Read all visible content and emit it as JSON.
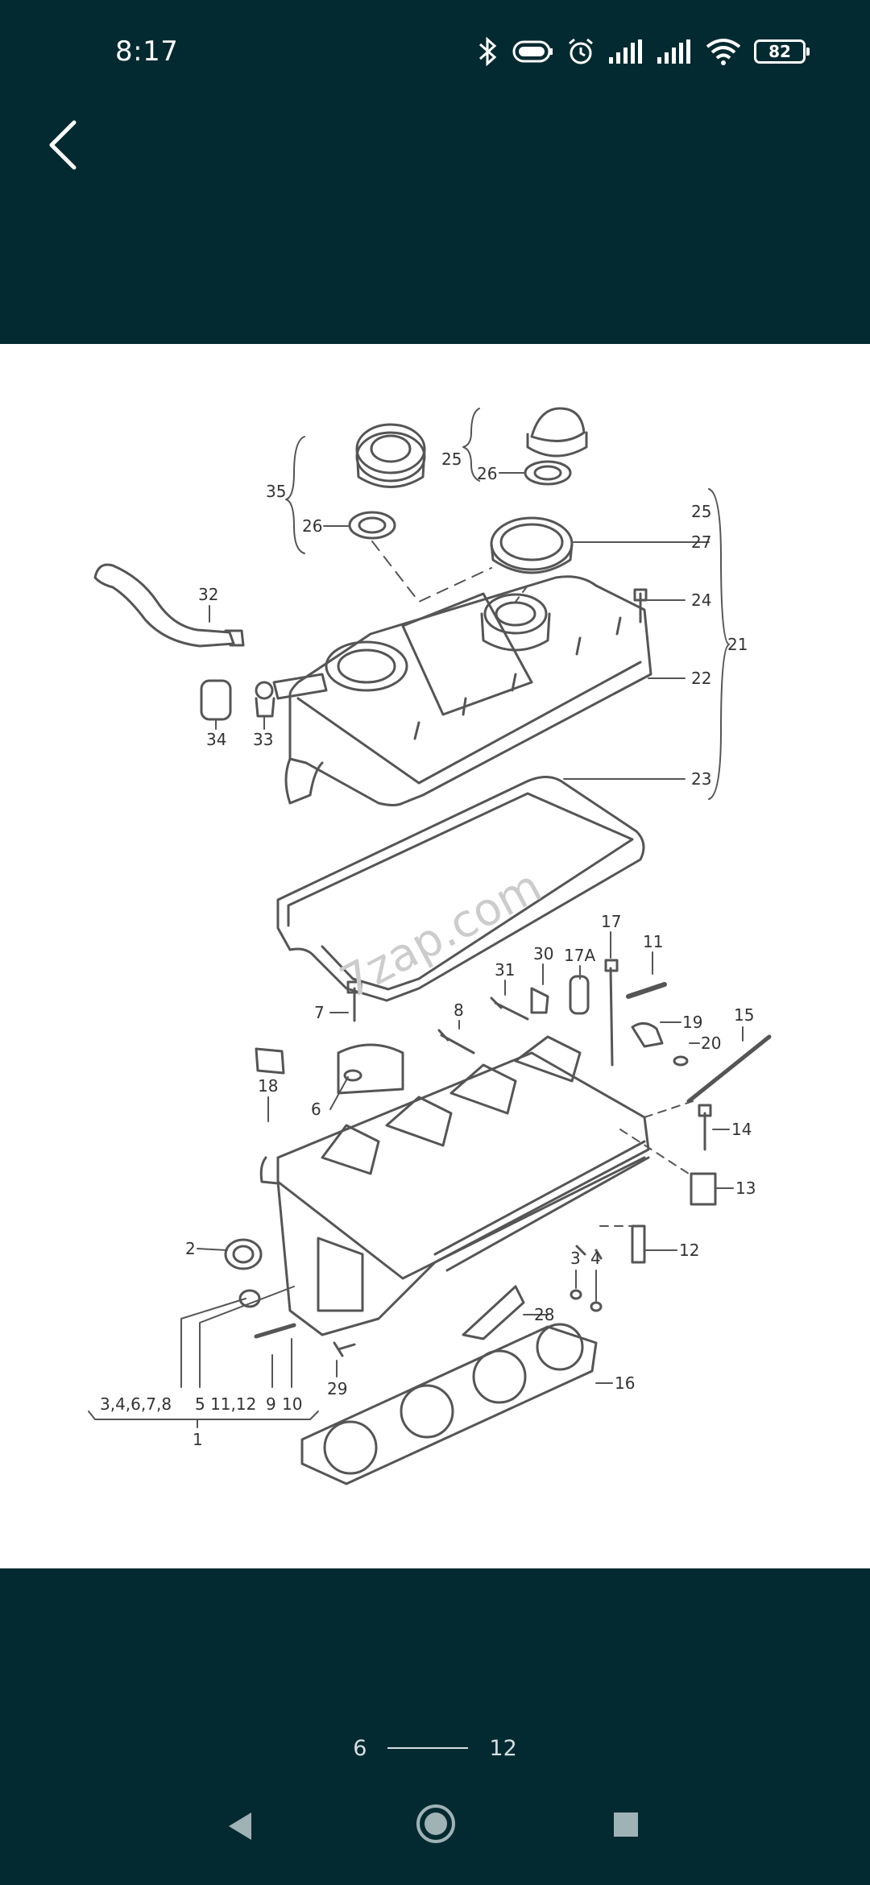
{
  "status_bar": {
    "time": "8:17",
    "battery": "82"
  },
  "diagram": {
    "watermark": "7zap.com",
    "callouts": [
      "35",
      "26",
      "25",
      "26",
      "25",
      "27",
      "24",
      "21",
      "22",
      "23",
      "32",
      "34",
      "33",
      "30",
      "31",
      "17A",
      "17",
      "11",
      "7",
      "8",
      "19",
      "20",
      "15",
      "18",
      "6",
      "14",
      "13",
      "12",
      "2",
      "3",
      "4",
      "28",
      "29",
      "16"
    ],
    "bracket_groups": [
      "3,4,6,7,8",
      "5 11,12",
      "9",
      "10",
      "1"
    ]
  },
  "pager": {
    "current": "6",
    "total": "12"
  },
  "colors": {
    "background": "#042a31",
    "content": "#ffffff",
    "line_art": "#555555"
  },
  "icons": [
    "back-arrow-icon",
    "bluetooth-icon",
    "battery-saver-icon",
    "alarm-icon",
    "signal-icon",
    "wifi-icon",
    "battery-icon",
    "nav-back-icon",
    "nav-home-icon",
    "nav-recents-icon"
  ]
}
